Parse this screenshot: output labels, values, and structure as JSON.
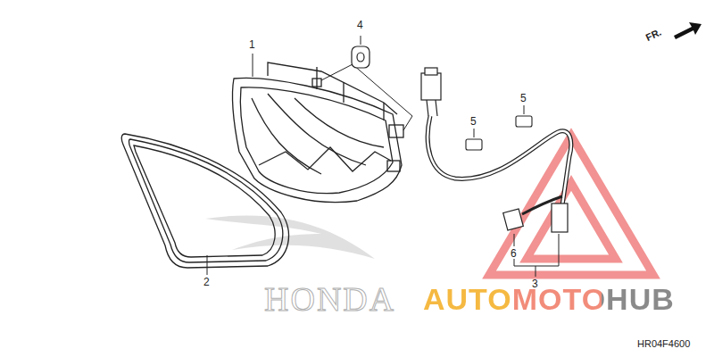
{
  "diagram": {
    "labels": [
      "1",
      "4",
      "5",
      "5",
      "2",
      "6",
      "3",
      "FR.",
      "HONDA",
      "AUTOMOTOHUB",
      "HR04F4600"
    ]
  }
}
